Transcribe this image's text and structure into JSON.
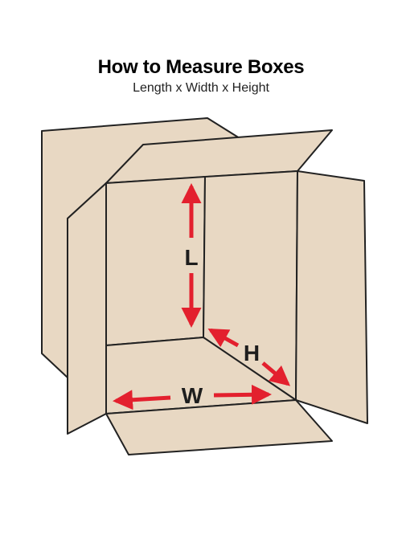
{
  "header": {
    "title": "How to Measure Boxes",
    "subtitle": "Length x Width x Height"
  },
  "dimensions": {
    "length_label": "L",
    "width_label": "W",
    "height_label": "H"
  },
  "colors": {
    "box_fill": "#e8d8c3",
    "outline": "#222222",
    "arrow": "#e3202e"
  }
}
